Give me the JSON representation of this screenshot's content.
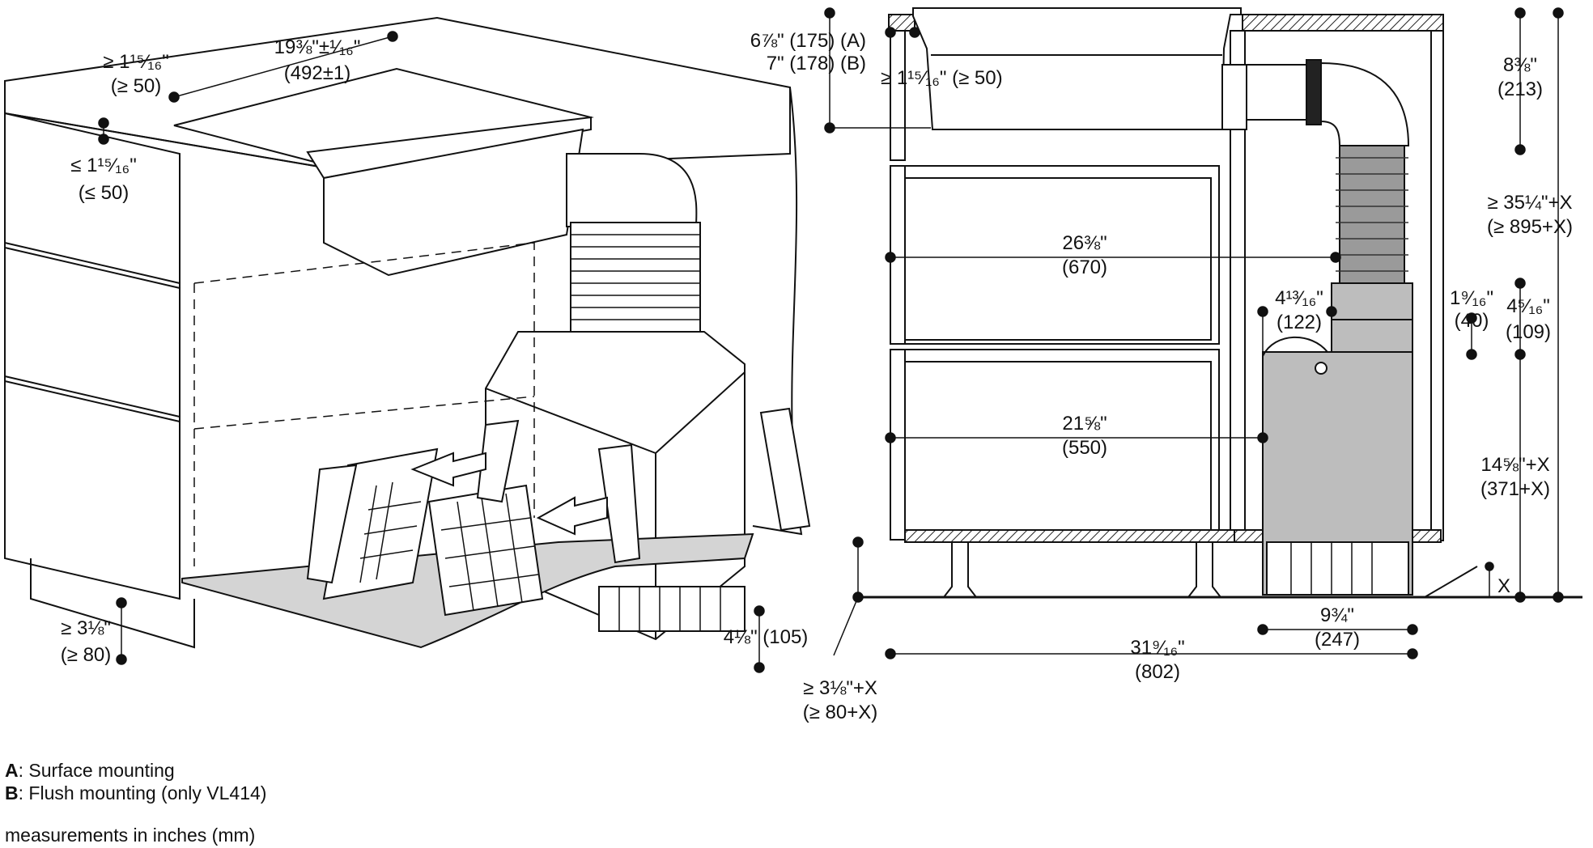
{
  "left_view": {
    "dims": {
      "top_gap": [
        "≥ 1¹⁵⁄₁₆\"",
        "(≥ 50)"
      ],
      "cutout_width": [
        "19⅜\"±¹⁄₁₆\"",
        "(492±1)"
      ],
      "front_overhang": [
        "≤ 1¹⁵⁄₁₆\"",
        "(≤ 50)"
      ],
      "plinth_height": [
        "≥ 3⅛\"",
        "(≥ 80)"
      ],
      "filter_height": "4⅛\" (105)"
    }
  },
  "right_view": {
    "dims": {
      "ab_heights": [
        "6⅞\" (175) (A)",
        "7\" (178) (B)"
      ],
      "top_gap": "≥ 1¹⁵⁄₁₆\" (≥ 50)",
      "top_height": [
        "8⅜\"",
        "(213)"
      ],
      "total_height": [
        "≥ 35¼\"+X",
        "(≥ 895+X)"
      ],
      "upper_drawer": [
        "26⅜\"",
        "(670)"
      ],
      "lower_drawer": [
        "21⅝\"",
        "(550)"
      ],
      "adapter_depth": [
        "4¹³⁄₁₆\"",
        "(122)"
      ],
      "adapter_height": [
        "1⁹⁄₁₆\"",
        "(40)"
      ],
      "fan_top": [
        "4⁵⁄₁₆\"",
        "(109)"
      ],
      "fan_height": [
        "14⅝\"+X",
        "(371+X)"
      ],
      "x_label": "X",
      "fan_width": [
        "9¾\"",
        "(247)"
      ],
      "total_depth": [
        "31⁹⁄₁₆\"",
        "(802)"
      ],
      "plinth": [
        "≥ 3⅛\"+X",
        "(≥ 80+X)"
      ]
    }
  },
  "legend": {
    "a_key": "A",
    "a_text": ": Surface mounting",
    "b_key": "B",
    "b_text": ": Flush mounting (only VL414)",
    "units": "measurements in inches (mm)"
  }
}
